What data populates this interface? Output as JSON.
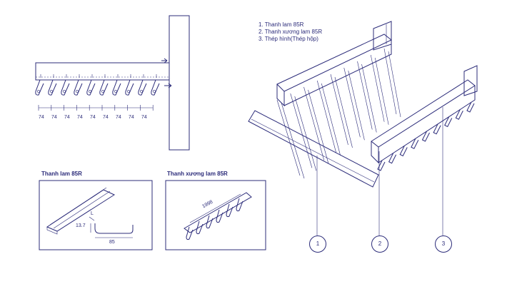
{
  "legend": [
    "1. Thanh lam 85R",
    "2. Thanh xương lam 85R",
    "3. Thép hình(Thép hộp)"
  ],
  "spacing_labels": [
    "74",
    "74",
    "74",
    "74",
    "74",
    "74",
    "74",
    "74",
    "74"
  ],
  "detail_left": {
    "title": "Thanh lam 85R",
    "dim_height": "13.7",
    "dim_width": "85",
    "dim_l": "L"
  },
  "detail_right": {
    "title": "Thanh xương lam 85R",
    "dim_length": "1998"
  },
  "callouts": [
    "1",
    "2",
    "3"
  ],
  "colors": {
    "line": "#2c2c7a",
    "background": "#ffffff"
  }
}
